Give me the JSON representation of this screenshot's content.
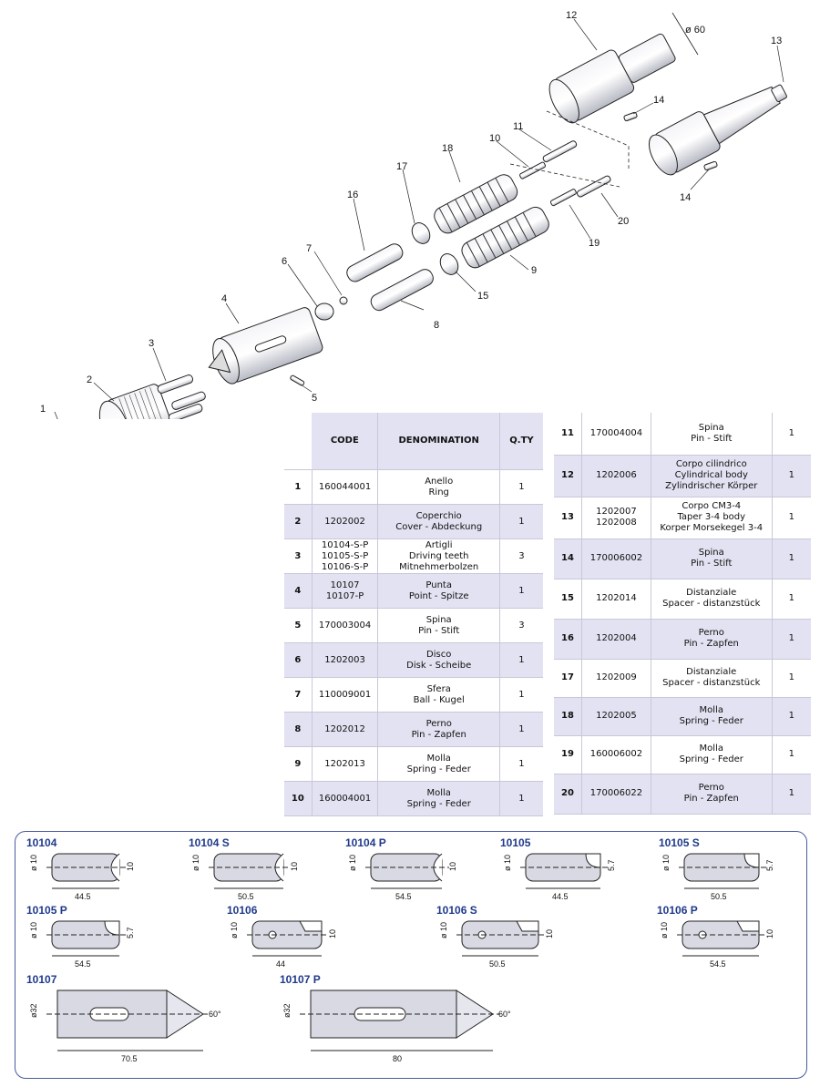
{
  "callouts": [
    "1",
    "2",
    "3",
    "4",
    "5",
    "6",
    "7",
    "8",
    "9",
    "10",
    "11",
    "12",
    "13",
    "14",
    "14",
    "15",
    "16",
    "17",
    "18",
    "19",
    "20"
  ],
  "annotations": {
    "diameter_60": "ø 60"
  },
  "table_headers": {
    "code": "CODE",
    "denomination": "DENOMINATION",
    "qty": "Q.TY"
  },
  "table_left": [
    {
      "n": "1",
      "code": "160044001",
      "den": "Anello\nRing",
      "qty": "1"
    },
    {
      "n": "2",
      "code": "1202002",
      "den": "Coperchio\nCover - Abdeckung",
      "qty": "1"
    },
    {
      "n": "3",
      "code": "10104-S-P\n10105-S-P\n10106-S-P",
      "den": "Artigli\nDriving teeth\nMitnehmerbolzen",
      "qty": "3"
    },
    {
      "n": "4",
      "code": "10107\n10107-P",
      "den": "Punta\nPoint - Spitze",
      "qty": "1"
    },
    {
      "n": "5",
      "code": "170003004",
      "den": "Spina\nPin - Stift",
      "qty": "3"
    },
    {
      "n": "6",
      "code": "1202003",
      "den": "Disco\nDisk - Scheibe",
      "qty": "1"
    },
    {
      "n": "7",
      "code": "110009001",
      "den": "Sfera\nBall - Kugel",
      "qty": "1"
    },
    {
      "n": "8",
      "code": "1202012",
      "den": "Perno\nPin - Zapfen",
      "qty": "1"
    },
    {
      "n": "9",
      "code": "1202013",
      "den": "Molla\nSpring - Feder",
      "qty": "1"
    },
    {
      "n": "10",
      "code": "160004001",
      "den": "Molla\nSpring - Feder",
      "qty": "1"
    }
  ],
  "table_right": [
    {
      "n": "11",
      "code": "170004004",
      "den": "Spina\nPin - Stift",
      "qty": "1"
    },
    {
      "n": "12",
      "code": "1202006",
      "den": "Corpo cilindrico\nCylindrical body\nZylindrischer Körper",
      "qty": "1"
    },
    {
      "n": "13",
      "code": "1202007\n1202008",
      "den": "Corpo CM3-4\nTaper 3-4 body\nKorper Morsekegel 3-4",
      "qty": "1"
    },
    {
      "n": "14",
      "code": "170006002",
      "den": "Spina\nPin - Stift",
      "qty": "1"
    },
    {
      "n": "15",
      "code": "1202014",
      "den": "Distanziale\nSpacer - distanzstück",
      "qty": "1"
    },
    {
      "n": "16",
      "code": "1202004",
      "den": "Perno\nPin - Zapfen",
      "qty": "1"
    },
    {
      "n": "17",
      "code": "1202009",
      "den": "Distanziale\nSpacer - distanzstück",
      "qty": "1"
    },
    {
      "n": "18",
      "code": "1202005",
      "den": "Molla\nSpring - Feder",
      "qty": "1"
    },
    {
      "n": "19",
      "code": "160006002",
      "den": "Molla\nSpring - Feder",
      "qty": "1"
    },
    {
      "n": "20",
      "code": "170006022",
      "den": "Perno\nPin - Zapfen",
      "qty": "1"
    }
  ],
  "tips": [
    {
      "label": "10104",
      "diameter": "ø 10",
      "length": "44.5",
      "height": "10",
      "style": "v"
    },
    {
      "label": "10104 S",
      "diameter": "ø 10",
      "length": "50.5",
      "height": "10",
      "style": "v"
    },
    {
      "label": "10104 P",
      "diameter": "ø 10",
      "length": "54.5",
      "height": "10",
      "style": "v"
    },
    {
      "label": "10105",
      "diameter": "ø 10",
      "length": "44.5",
      "height": "5.7",
      "style": "half"
    },
    {
      "label": "10105 S",
      "diameter": "ø 10",
      "length": "50.5",
      "height": "5.7",
      "style": "half"
    },
    {
      "label": "10105 P",
      "diameter": "ø 10",
      "length": "54.5",
      "height": "5.7",
      "style": "half"
    },
    {
      "label": "10106",
      "diameter": "ø 10",
      "length": "44",
      "height": "10",
      "style": "step"
    },
    {
      "label": "10106 S",
      "diameter": "ø 10",
      "length": "50.5",
      "height": "10",
      "style": "step"
    },
    {
      "label": "10106 P",
      "diameter": "ø 10",
      "length": "54.5",
      "height": "10",
      "style": "step"
    },
    {
      "label": "10107",
      "diameter": "ø32",
      "length": "70.5",
      "angle": "60°",
      "style": "point"
    },
    {
      "label": "10107 P",
      "diameter": "ø32",
      "length": "80",
      "angle": "60°",
      "style": "point"
    }
  ]
}
